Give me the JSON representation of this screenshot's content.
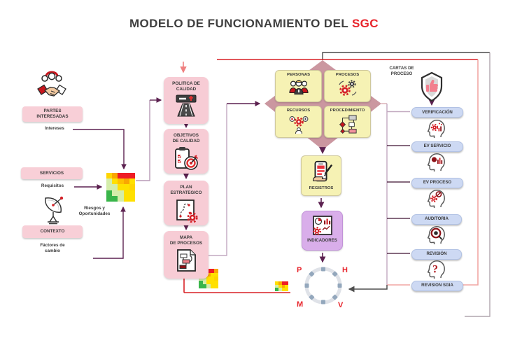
{
  "title": {
    "main": "MODELO DE FUNCIONAMIENTO DEL ",
    "accent": "SGC"
  },
  "left_column": {
    "partes_interesadas": "PARTES\nINTERESADAS",
    "intereses": "Intereses",
    "servicios": "SERVICIOS",
    "requisitos": "Requisitos",
    "contexto": "CONTEXTO",
    "factores_cambio": "Fáctores de\ncambio",
    "riesgos_oportunidades": "Riesgos y\nOportunidades"
  },
  "middle_column": {
    "politica": "POLITICA DE\nCALIDAD",
    "objetivos": "OBJETIVOS\nDE CALIDAD",
    "plan": "PLAN\nESTRATEGICO",
    "mapa": "MAPA\nDE  PROCESOS"
  },
  "diamond_group": {
    "personas": "PERSONAS",
    "procesos": "PROCESOS",
    "recursos": "RECURSOS",
    "procedimiento": "PROCEDIMIENTO"
  },
  "center_flow": {
    "registros": "REGISTROS",
    "indicadores": "INDICADORES"
  },
  "cycle": {
    "top_left": "P",
    "top_right": "H",
    "bottom_left": "M",
    "bottom_right": "V"
  },
  "right_column": {
    "cartas_proceso": "CARTAS DE\nPROCESO",
    "pills": [
      "VERIFICACIÓN",
      "EV SERVICIO",
      "EV PROCESO",
      "AUDITORIA",
      "REVISIÓN",
      "REVISION  SGIA"
    ],
    "question_mark": "?"
  },
  "colors": {
    "accent_red": "#d92127",
    "salmon_arrow": "#ef8080",
    "dark_purple_connector": "#5c2150",
    "light_mauve_connector": "#c2a9c0",
    "pink_connector": "#f2a6a4",
    "gray_connector_dark": "#4a4a4a",
    "gray_connector_light": "#b0a6ae",
    "pink_box": "#f8cfd7",
    "yellow_box": "#f6f2b4",
    "purple_box": "#d9aeea",
    "blue_pill": "#cdd9f3",
    "diamond": "#cb97a0",
    "cycle_ring": "#dfe2e8",
    "cycle_node": "#93a7bc"
  },
  "heatmaps": {
    "risk_main": {
      "cols": 5,
      "rows": [
        [
          "#ffd500",
          "#f9a602",
          "#ee1c25",
          "#ee1c25",
          "#ee1c25"
        ],
        [
          "#d4edaa",
          "#ffe000",
          "#ffc000",
          "#f9a602",
          "#ffe000"
        ],
        [
          "#d4edaa",
          "#d4edaa",
          "#ffe000",
          "#ffe000",
          "#ffd500"
        ],
        [
          "#39b54a",
          "#d4edaa",
          "#d4edaa",
          "#ffe000",
          "#ffe000"
        ],
        [
          "#39b54a",
          "#39b54a",
          "#d4edaa",
          "#ffe000",
          "#ffe000"
        ]
      ]
    },
    "risk_map": {
      "cols": 5,
      "rows": [
        [
          "#ffd500",
          "#f9a602",
          "#ee1c25",
          "#ee1c25",
          "#f9a602"
        ],
        [
          "#d4edaa",
          "#ffe000",
          "#f9a602",
          "#ffe000",
          "#ffe000"
        ],
        [
          "#d4edaa",
          "#d4edaa",
          "#ffe000",
          "#ffe000",
          "#ffd500"
        ],
        [
          "#39b54a",
          "#d4edaa",
          "#ffe000",
          "#ffe000",
          "#ffe000"
        ],
        [
          "#39b54a",
          "#39b54a",
          "#d4edaa",
          "#ffe000",
          "#ffe000"
        ]
      ]
    },
    "risk_cycle": {
      "cols": 4,
      "rows": [
        [
          "#ffe000",
          "#f9a602",
          "#ee1c25",
          "#ee1c25"
        ],
        [
          "#d4edaa",
          "#ffe000",
          "#f9a602",
          "#ffe000"
        ],
        [
          "#39b54a",
          "#d4edaa",
          "#ffe000",
          "#ffe000"
        ]
      ]
    }
  }
}
